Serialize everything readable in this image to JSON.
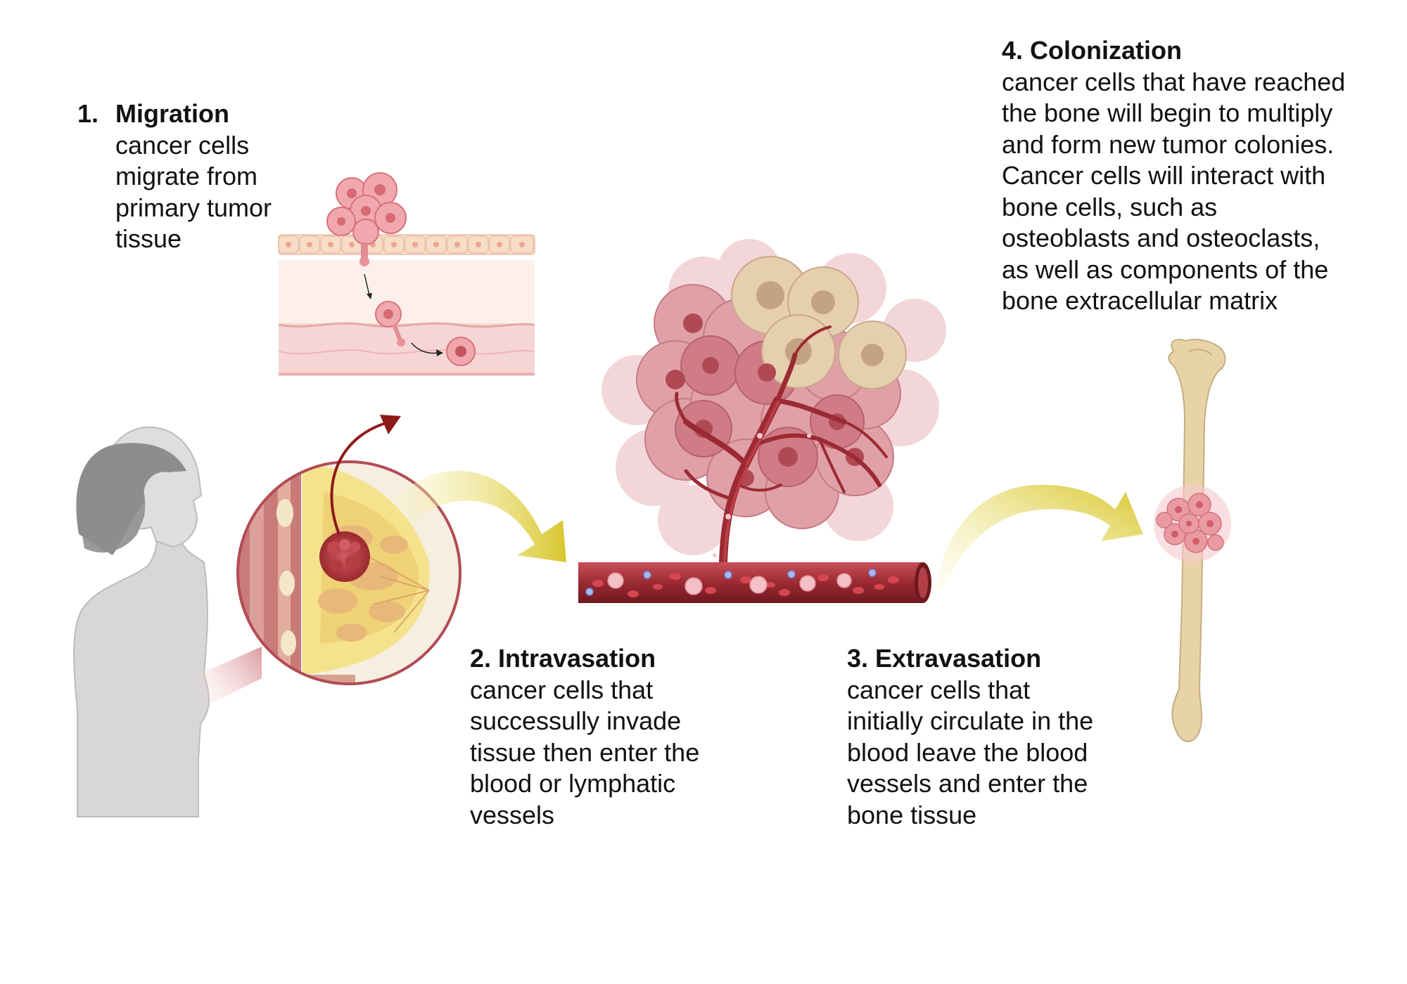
{
  "steps": [
    {
      "number": "1.",
      "title": "Migration",
      "lines": [
        "cancer cells",
        "migrate from",
        "primary tumor",
        "tissue"
      ]
    },
    {
      "title": "2. Intravasation",
      "lines": [
        "cancer cells that",
        "successully invade",
        "tissue then enter the",
        "blood or lymphatic",
        "vessels"
      ]
    },
    {
      "title": "3. Extravasation",
      "lines": [
        "cancer cells that",
        "initially circulate in the",
        "blood leave the blood",
        "vessels and enter the",
        "bone tissue"
      ]
    },
    {
      "title": "4. Colonization",
      "lines": [
        "cancer cells that have reached",
        "the bone will begin to multiply",
        "and form new tumor colonies.",
        "Cancer cells will interact with",
        "bone cells, such as",
        "osteoblasts and osteoclasts,",
        "as well as components of the",
        "bone extracellular matrix"
      ]
    }
  ],
  "colors": {
    "tumor": "#b43a3f",
    "tumor_light": "#e79aa2",
    "vessel": "#9b2a33",
    "arrow_yellow": "#d9c92e",
    "arrow_red": "#8e1a1a",
    "bone": "#e8d3a8",
    "silhouette": "#bdbdbd"
  }
}
